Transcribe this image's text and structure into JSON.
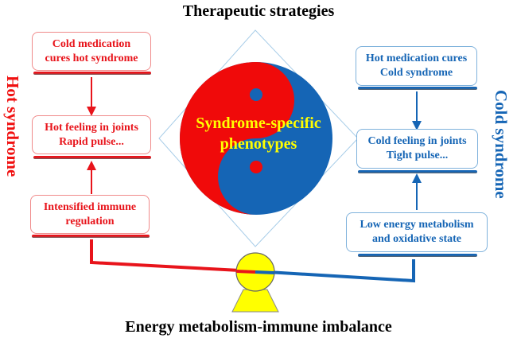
{
  "header": {
    "title": "Therapeutic strategies"
  },
  "footer": {
    "title": "Energy metabolism-immune imbalance"
  },
  "center": {
    "line1": "Syndrome-specific",
    "line2": "phenotypes"
  },
  "hot": {
    "label": "Hot syndrome",
    "color": "#e8141b",
    "boxes": [
      {
        "line1": "Cold medication",
        "line2": "cures hot syndrome"
      },
      {
        "line1": "Hot feeling in joints",
        "line2": "Rapid pulse..."
      },
      {
        "line1": "Intensified immune",
        "line2": "regulation"
      }
    ]
  },
  "cold": {
    "label": "Cold syndrome",
    "color": "#1565b5",
    "boxes": [
      {
        "line1": "Hot medication cures",
        "line2": "Cold syndrome"
      },
      {
        "line1": "Cold feeling in joints",
        "line2": "Tight pulse..."
      },
      {
        "line1": "Low energy metabolism",
        "line2": "and oxidative state"
      }
    ]
  },
  "colors": {
    "yin": "#e8141b",
    "yang": "#1565b5",
    "fulcrum": "#ffff00",
    "diamond": "#a8cde8"
  }
}
